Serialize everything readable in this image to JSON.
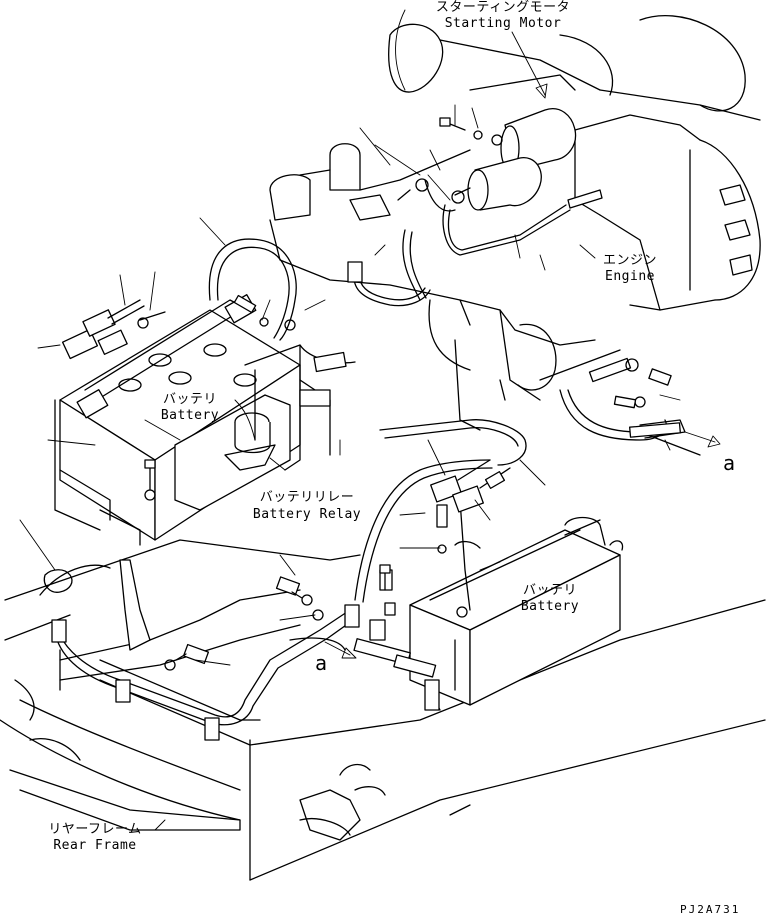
{
  "labels": {
    "starting_motor": {
      "jp": "スターティングモータ",
      "en": "Starting Motor"
    },
    "engine": {
      "jp": "エンジン",
      "en": "Engine"
    },
    "battery_left": {
      "jp": "バッテリ",
      "en": "Battery"
    },
    "battery_relay": {
      "jp": "バッテリリレー",
      "en": "Battery Relay"
    },
    "battery_right": {
      "jp": "バッテリ",
      "en": "Battery"
    },
    "rear_frame": {
      "jp": "リヤーフレーム",
      "en": "Rear Frame"
    },
    "ref_a_right": "a",
    "ref_a_center": "a",
    "drawing_code": "PJ2A731"
  }
}
